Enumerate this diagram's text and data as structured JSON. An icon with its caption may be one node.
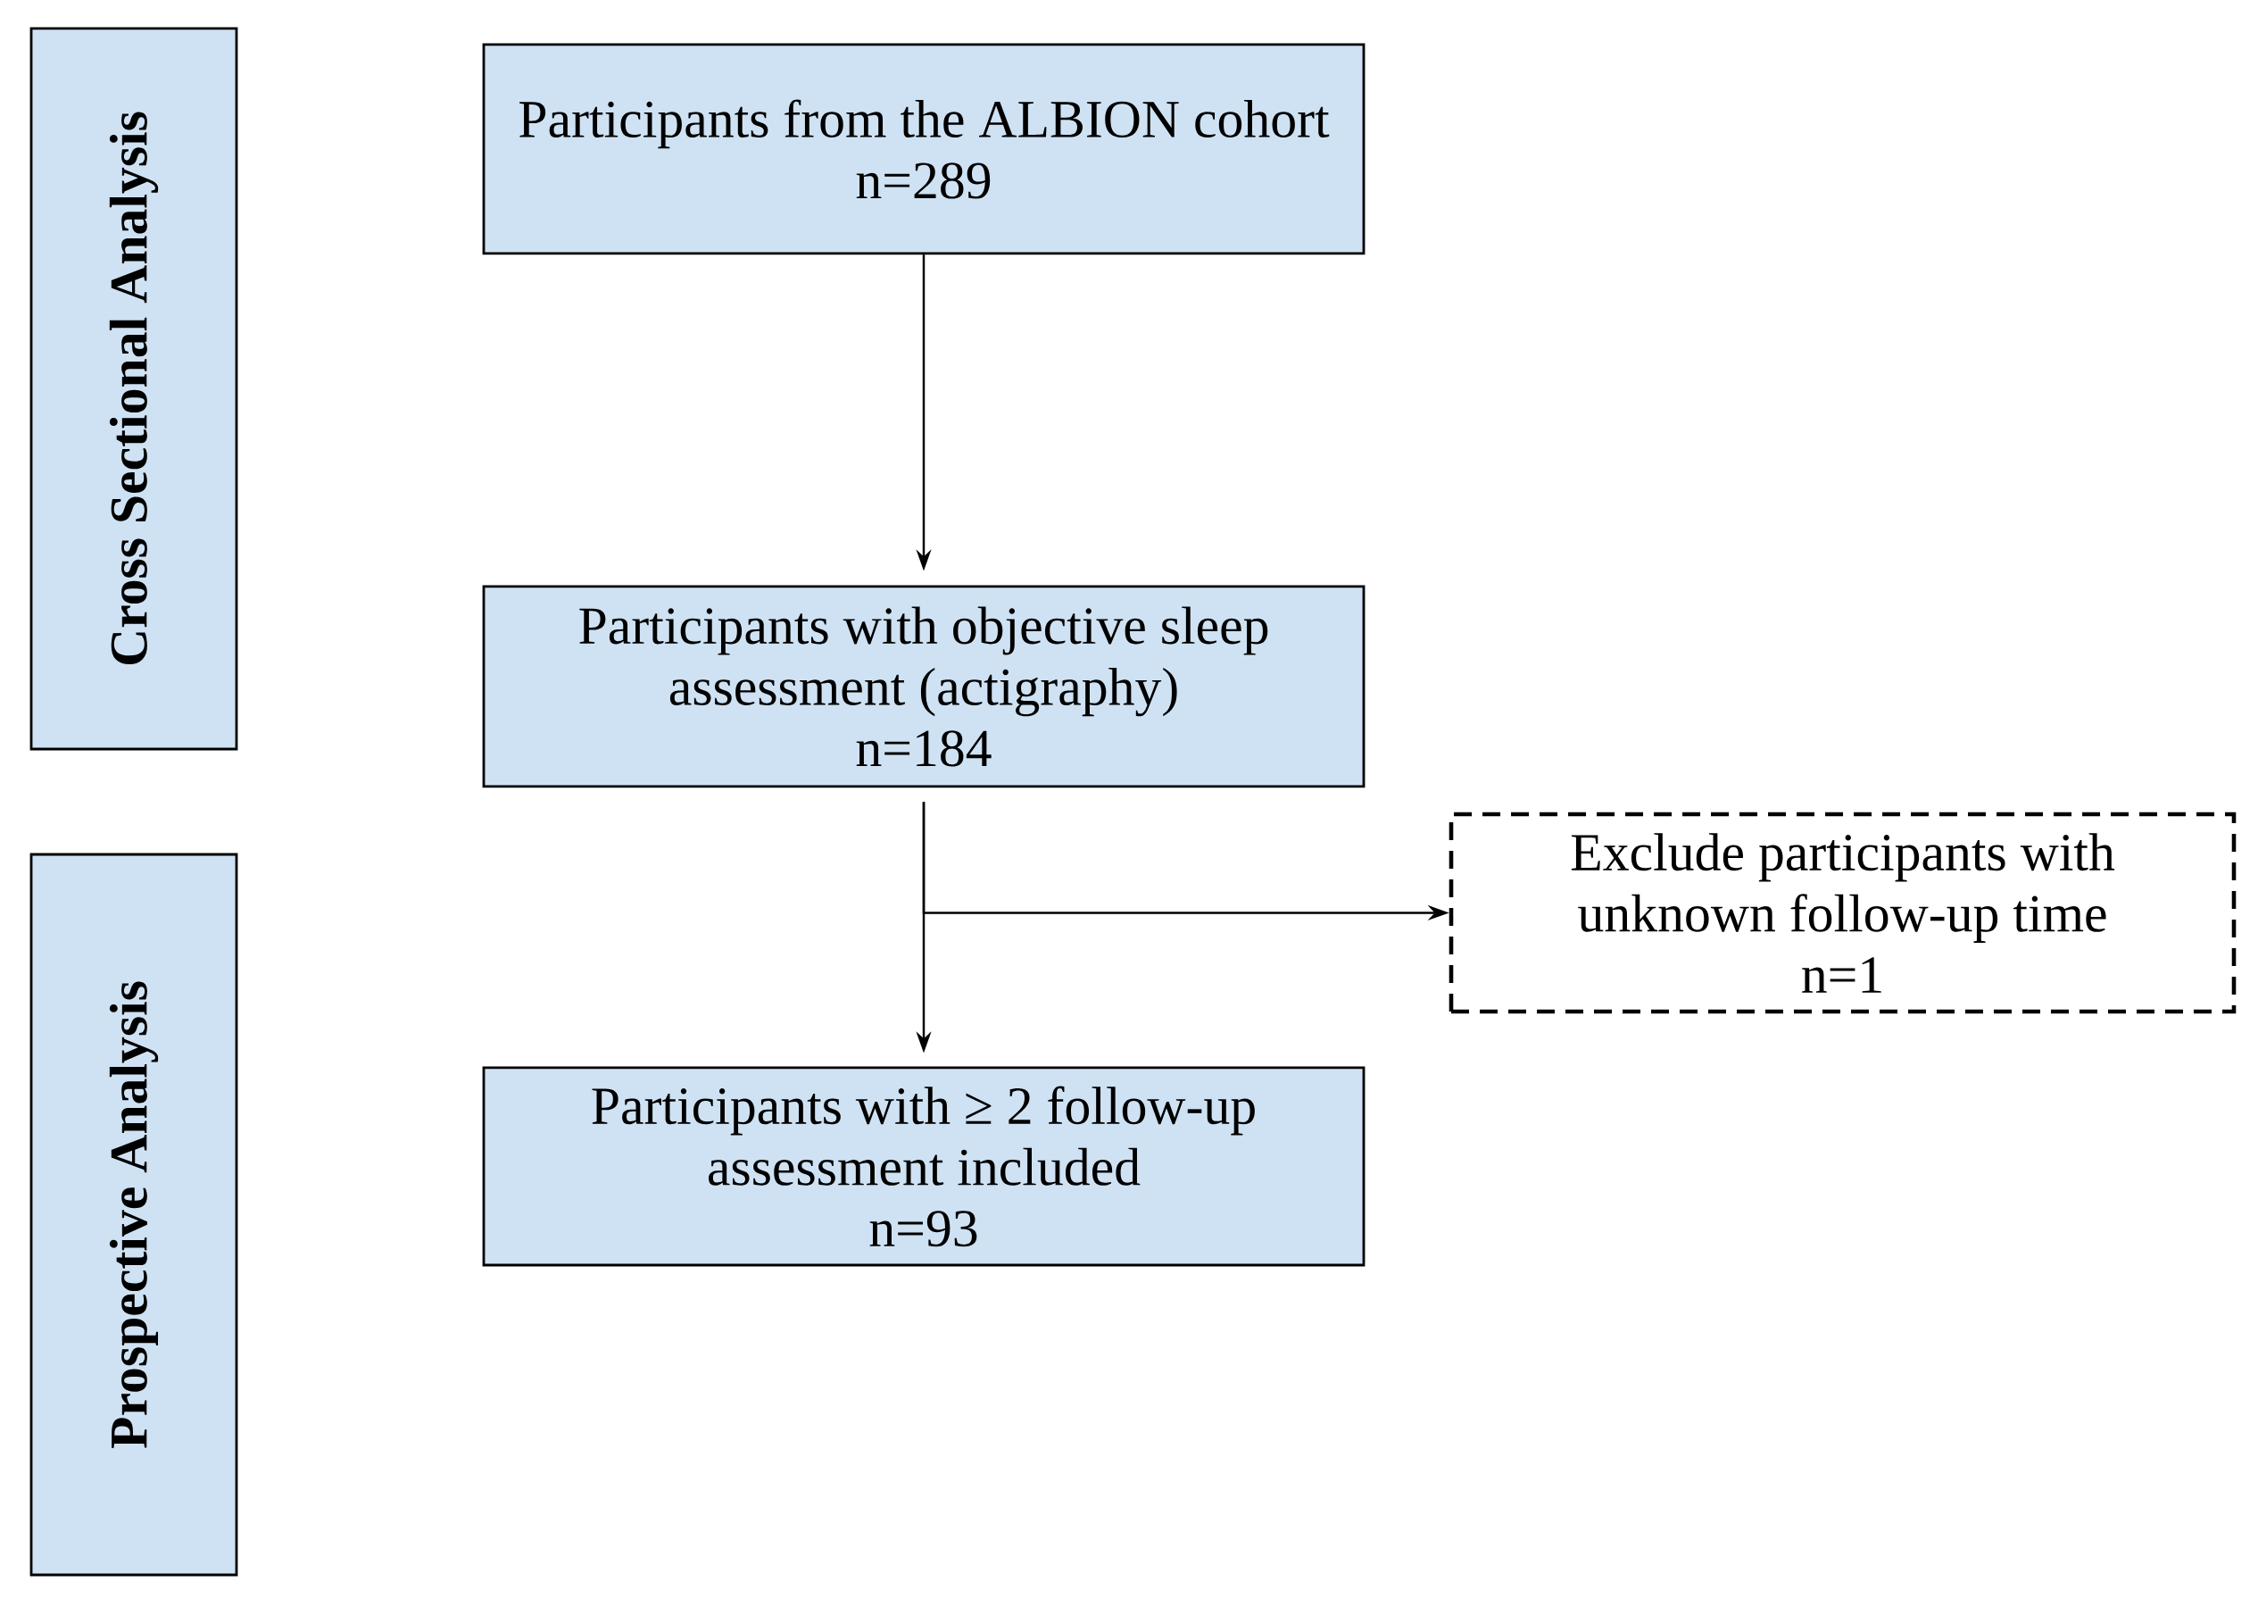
{
  "diagram": {
    "nodes": [
      {
        "text": [
          "Cross Sectional Analysis"
        ]
      },
      {
        "text": [
          "Prospective Analysis"
        ]
      },
      {
        "text": [
          "Participants from the ALBION cohort",
          "n=289"
        ]
      },
      {
        "text": [
          "Participants with objective sleep assessment (actigraphy)",
          "n=184"
        ]
      },
      {
        "text": [
          "Participants with ≥ 2 follow-up assessment included",
          "n=93"
        ]
      },
      {
        "text": [
          "Exclude participants with unknown follow-up time",
          "n=1"
        ]
      }
    ],
    "edges": [
      {
        "from": 2,
        "to": 3,
        "arrow": "to"
      },
      {
        "from": 3,
        "to": 4,
        "arrow": "to"
      },
      {
        "from": 3,
        "to": 5,
        "arrow": "to"
      }
    ]
  }
}
